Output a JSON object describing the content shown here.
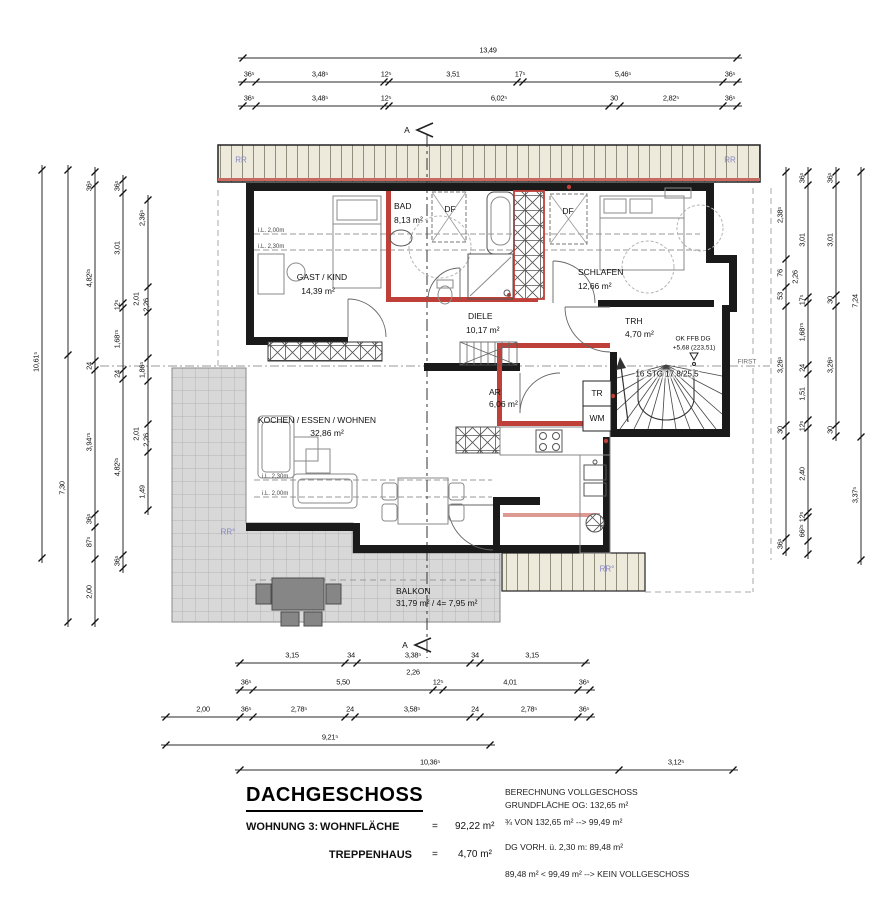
{
  "rooms": {
    "gast": {
      "name": "GAST / KIND",
      "area": "14,39 m²"
    },
    "bad": {
      "name": "BAD",
      "area": "8,13 m²"
    },
    "schlafen": {
      "name": "SCHLAFEN",
      "area": "12,66 m²"
    },
    "diele": {
      "name": "DIELE",
      "area": "10,17 m²"
    },
    "trh": {
      "name": "TRH",
      "area": "4,70 m²"
    },
    "ar": {
      "name": "AR",
      "area": "6,06 m²"
    },
    "wohnen": {
      "name": "KOCHEN / ESSEN / WOHNEN",
      "area": "32,86 m²"
    },
    "balkon": {
      "name": "BALKON",
      "area": "31,79 m² / 4= 7,95 m²"
    }
  },
  "annotations": {
    "stairs": "16 STG 17,8/25,5",
    "level_line1": "OK FFB DG",
    "level_line2": "+5,68 (223,51)",
    "ridge": "FIRST",
    "rr": "RR",
    "rr_deg": "RR°",
    "df": "DF",
    "tr": "TR",
    "wm": "WM",
    "height_200": "i.L. 2,00m",
    "height_230": "i.L. 2,30m",
    "section": "A"
  },
  "dimensions": {
    "top_overall": "13,49",
    "top_row1": [
      "36⁵",
      "3,48⁵",
      "12⁵",
      "3,51",
      "17⁵",
      "5,46⁵",
      "36⁵"
    ],
    "top_row2": [
      "36⁵",
      "3,48⁵",
      "12⁵",
      "6,02⁵",
      "30",
      "2,82⁵",
      "36⁵"
    ],
    "bottom_row1": [
      "3,15",
      "34",
      "3,38⁵",
      "34",
      "3,15"
    ],
    "bottom_row1_sub": "2,26",
    "bottom_row2": [
      "36⁵",
      "5,50",
      "12⁵",
      "4,01",
      "36⁵"
    ],
    "bottom_row3": [
      "2,00",
      "36⁵",
      "2,78⁵",
      "24",
      "3,58⁵",
      "24",
      "2,78⁵",
      "36⁵"
    ],
    "bottom_row4": "9,21⁵",
    "bottom_row5": [
      "10,36⁵",
      "3,12⁵"
    ],
    "left_c1": "10,61⁵",
    "left_c2": "7,30",
    "left_c3": [
      "36⁵",
      "4,82²⁵",
      "24",
      "3,94⁷⁵",
      "36⁵",
      "87⁵",
      "2,00"
    ],
    "left_c4": [
      "36⁵",
      "3,01",
      "12⁵",
      "1,68⁷⁵",
      "24",
      "4,82²⁵",
      "36⁵"
    ],
    "left_c5": [
      "2,36⁵",
      "2,01",
      "2,26",
      "1,86⁵",
      "2,01",
      "2,26",
      "1,49"
    ],
    "right_c1": [
      "2,38⁵",
      "76",
      "53",
      "3,26⁵",
      "30",
      "36⁵"
    ],
    "right_c2": [
      "36⁵",
      "3,01",
      "2,26",
      "17⁵",
      "1,68⁷⁵",
      "24",
      "1,51",
      "12⁵",
      "2,40",
      "12⁵",
      "66²⁵"
    ],
    "right_c3": [
      "36⁵",
      "3,01",
      "30",
      "3,26⁵",
      "30"
    ],
    "right_c4": [
      "7,24",
      "3,37⁵"
    ]
  },
  "title_block": {
    "title": "DACHGESCHOSS",
    "unit_label": "WOHNUNG 3:",
    "row1_label": "WOHNFLÄCHE",
    "row1_eq": "=",
    "row1_value": "92,22 m²",
    "row2_label": "TREPPENHAUS",
    "row2_eq": "=",
    "row2_value": "4,70 m²",
    "calc1": "BERECHNUNG VOLLGESCHOSS",
    "calc2": "GRUNDFLÄCHE OG: 132,65 m²",
    "calc3": "¾ VON 132,65 m² --> 99,49 m²",
    "calc4": "DG VORH. ü. 2,30 m: 89,48 m²",
    "calc5": "89,48 m² < 99,49 m² --> KEIN VOLLGESCHOSS"
  },
  "colors": {
    "wall": "#1a1a1a",
    "accent_red": "#bf4038",
    "accent_pink": "#dc9a92",
    "roof_fill": "#eeeadb",
    "balcony_tile": "#d8d8d8",
    "blue_label": "#8585c2"
  }
}
